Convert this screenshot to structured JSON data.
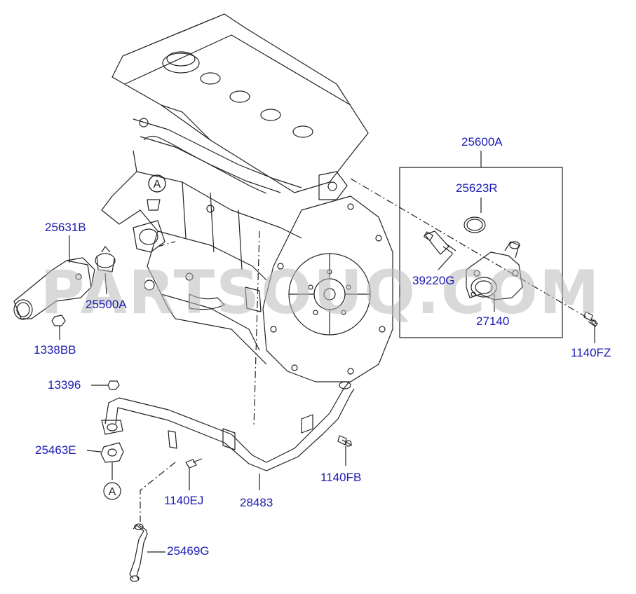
{
  "watermark": "PARTSOUQ.COM",
  "ref_marker": "A",
  "colors": {
    "label": "#1b1bb4",
    "line": "#222222",
    "watermark": "#b9b9b9"
  },
  "parts": {
    "p25600A": "25600A",
    "p25623R": "25623R",
    "p39220G": "39220G",
    "p27140": "27140",
    "p1140FZ": "1140FZ",
    "p25631B": "25631B",
    "p25500A": "25500A",
    "p1338BB": "1338BB",
    "p13396": "13396",
    "p25463E": "25463E",
    "p1140FB": "1140FB",
    "p1140EJ": "1140EJ",
    "p28483": "28483",
    "p25469G": "25469G"
  }
}
